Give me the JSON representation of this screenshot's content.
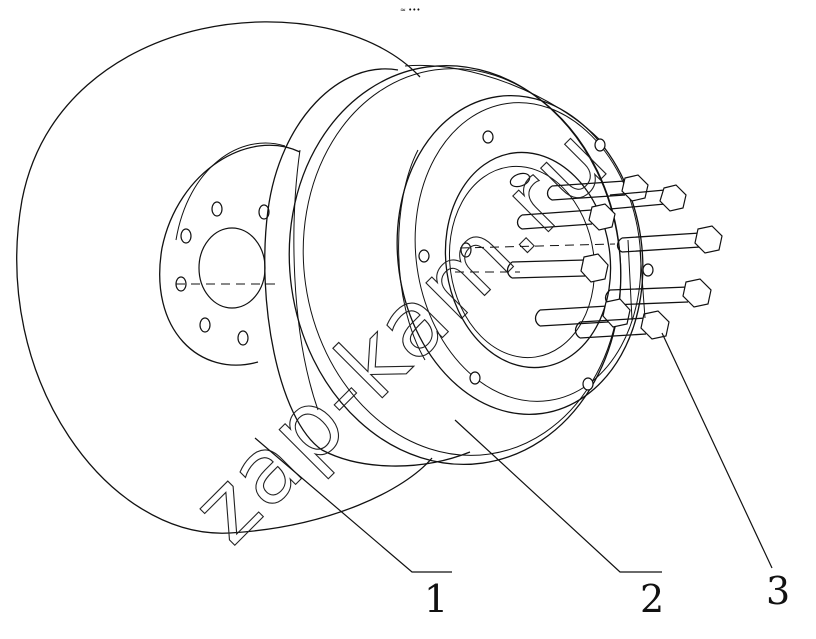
{
  "drawing": {
    "top_mark": "≈ •••",
    "watermark": "zap-kam.ru",
    "callouts": [
      {
        "id": "1",
        "label": "1"
      },
      {
        "id": "2",
        "label": "2"
      },
      {
        "id": "3",
        "label": "3"
      }
    ]
  }
}
